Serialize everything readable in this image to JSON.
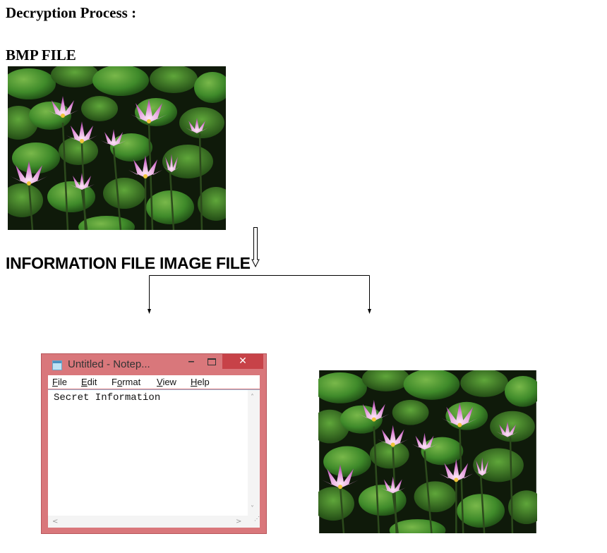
{
  "heading": "Decryption Process :",
  "bmp_label": "BMP FILE",
  "output_label": "INFORMATION FILE IMAGE FILE",
  "notepad": {
    "title": "Untitled - Notep...",
    "minimize_glyph": "–",
    "close_glyph": "✕",
    "menu": [
      {
        "accel": "F",
        "rest": "ile"
      },
      {
        "accel": "E",
        "rest": "dit"
      },
      {
        "pre": "F",
        "accel": "o",
        "rest": "rmat"
      },
      {
        "accel": "V",
        "rest": "iew"
      },
      {
        "accel": "H",
        "rest": "elp"
      }
    ],
    "content": "Secret Information",
    "scroll_up": "˄",
    "scroll_down": "˅",
    "scroll_left": "<",
    "scroll_right": ">"
  },
  "colors": {
    "notepad_frame": "#d9777b",
    "close_button": "#c74248",
    "leaf_green": "#3f8a2a",
    "water_dark": "#0f1a0a",
    "petal_pink": "#d77ad0"
  }
}
